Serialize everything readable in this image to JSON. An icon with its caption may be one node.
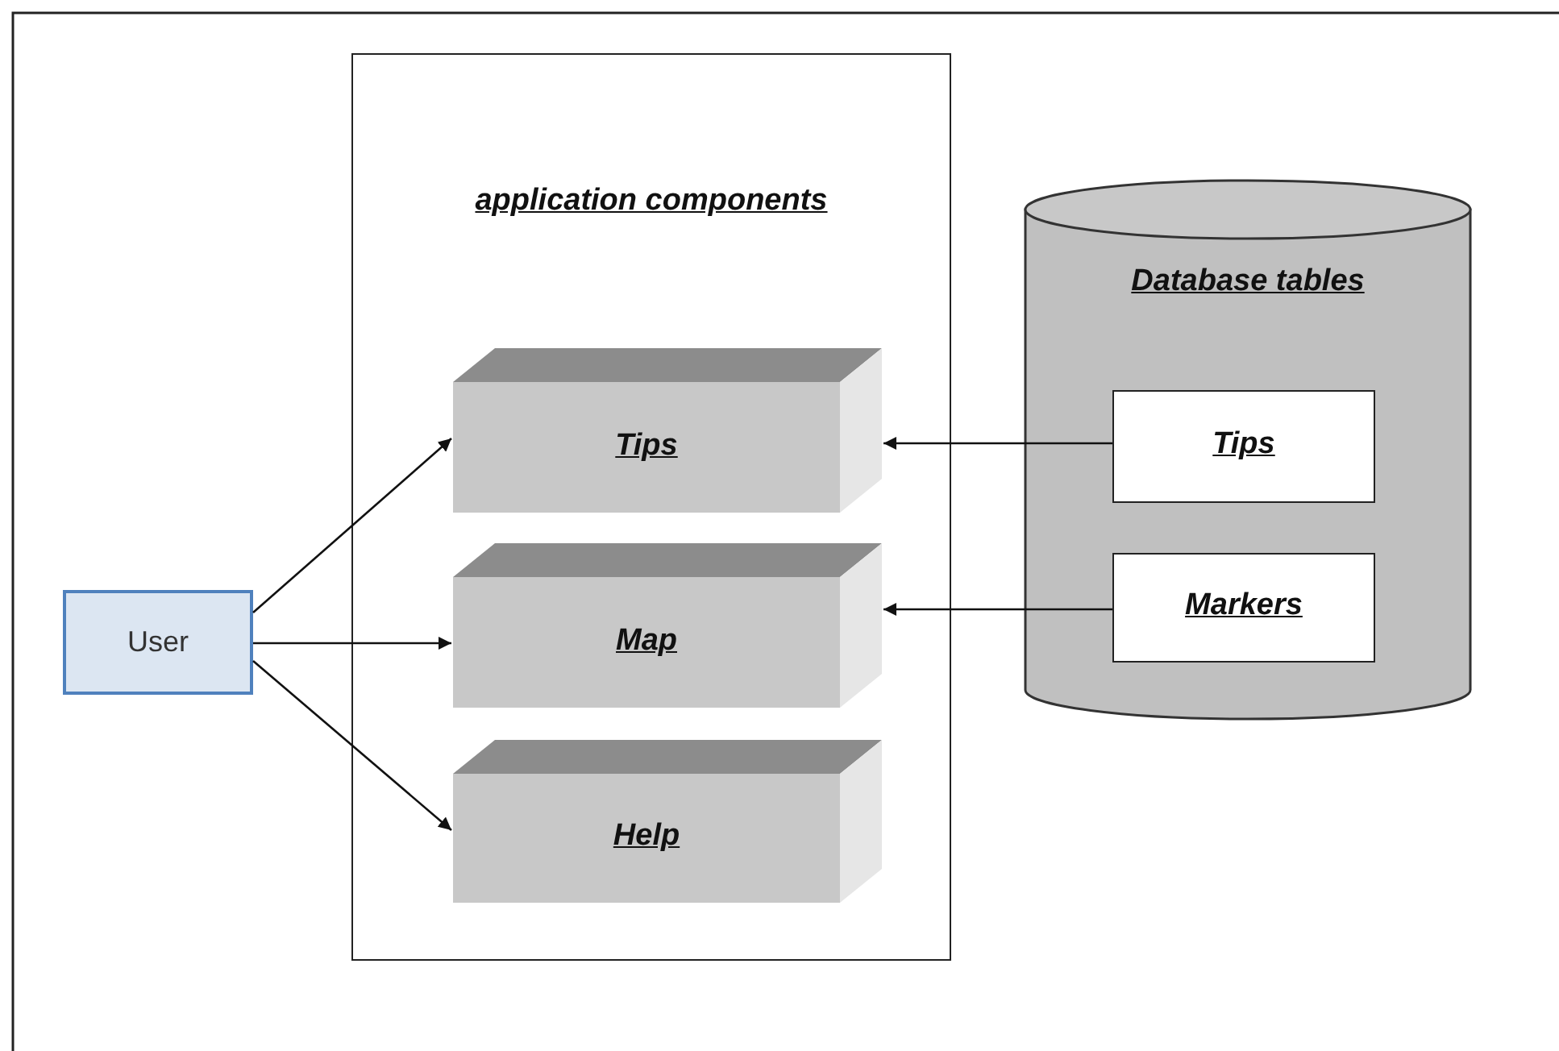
{
  "diagram": {
    "nodes": [
      {
        "text": [
          "User"
        ]
      },
      {
        "text": [
          "application components"
        ]
      },
      {
        "text": [
          "Tips"
        ],
        "in": 1
      },
      {
        "text": [
          "Map"
        ],
        "in": 1
      },
      {
        "text": [
          "Help"
        ],
        "in": 1
      },
      {
        "text": [
          "Database tables"
        ]
      },
      {
        "text": [
          "Tips"
        ],
        "in": 5
      },
      {
        "text": [
          "Markers"
        ],
        "in": 5
      }
    ],
    "edges": [
      {
        "from": 0,
        "to": 2,
        "arrow": "to"
      },
      {
        "from": 0,
        "to": 3,
        "arrow": "to"
      },
      {
        "from": 0,
        "to": 4,
        "arrow": "to"
      },
      {
        "from": 6,
        "to": 2,
        "arrow": "to"
      },
      {
        "from": 7,
        "to": 3,
        "arrow": "to"
      }
    ]
  }
}
